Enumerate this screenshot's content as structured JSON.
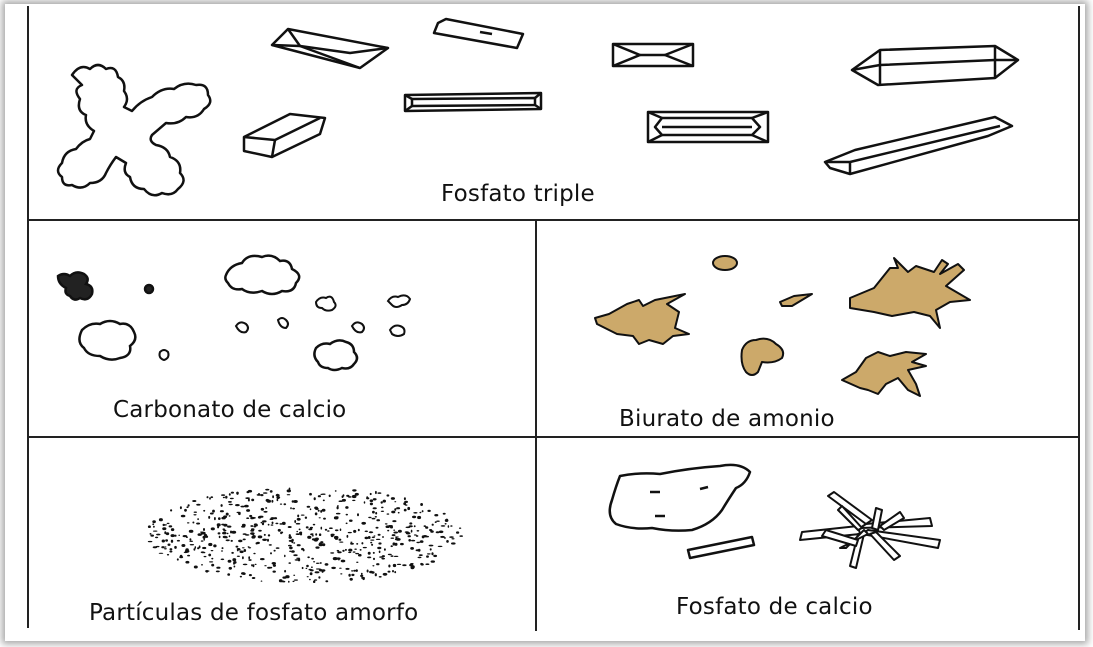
{
  "panels": {
    "triple": {
      "label": "Fosfato triple"
    },
    "carbonato": {
      "label": "Carbonato de calcio"
    },
    "biurato": {
      "label": "Biurato de amonio"
    },
    "amorfo": {
      "label": "Partículas de fosfato amorfo"
    },
    "calcio": {
      "label": "Fosfato de calcio"
    }
  },
  "colors": {
    "line": "#111111",
    "biurato_fill": "#cca96a",
    "crystal_shade": "#d9d9d9"
  }
}
